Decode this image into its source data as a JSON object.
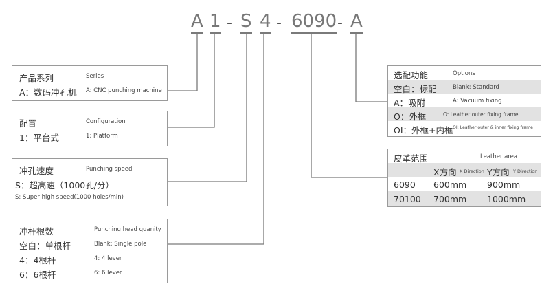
{
  "model_code": {
    "parts": [
      "A",
      "1",
      "S",
      "4",
      "6090",
      "A"
    ],
    "separator": "-"
  },
  "series_box": {
    "title_zh": "产品系列",
    "title_en": "Series",
    "row1_zh": "A：数码冲孔机",
    "row1_en": "A: CNC punching machine"
  },
  "config_box": {
    "title_zh": "配置",
    "title_en": "Configuration",
    "row1_zh": "1：平台式",
    "row1_en": "1: Platform"
  },
  "speed_box": {
    "title_zh": "冲孔速度",
    "title_en": "Punching speed",
    "row1_zh": "S：超高速（1000孔/分）",
    "row1_en": "S: Super high speed(1000 holes/min)"
  },
  "head_box": {
    "title_zh": "冲杆根数",
    "title_en": "Punching head quanity",
    "row1_zh": "空白：单根杆",
    "row1_en": "Blank: Single pole",
    "row2_zh": "4：4根杆",
    "row2_en": "4: 4 lever",
    "row3_zh": "6：6根杆",
    "row3_en": "6: 6 lever"
  },
  "options_box": {
    "title_zh": "选配功能",
    "title_en": "Options",
    "row1_zh": "空白：标配",
    "row1_en": "Blank: Standard",
    "row2_zh": "A：吸附",
    "row2_en": "A: Vacuum fixing",
    "row3_zh": "O：外框",
    "row3_en": "O: Leather outer fixing frame",
    "row4_zh": "OI：外框+内框",
    "row4_en": "OI: Leather outer & inner fixing frame"
  },
  "leather_box": {
    "title_zh": "皮革范围",
    "title_en": "Leather area",
    "col_x_zh": "X方向",
    "col_x_en": "X Direction",
    "col_y_zh": "Y方向",
    "col_y_en": "Y Direction",
    "rows": [
      {
        "code": "6090",
        "x": "600mm",
        "y": "900mm"
      },
      {
        "code": "70100",
        "x": "700mm",
        "y": "1000mm"
      }
    ]
  },
  "colors": {
    "line": "#7a7a7a",
    "shade": "#e2e2e2"
  }
}
